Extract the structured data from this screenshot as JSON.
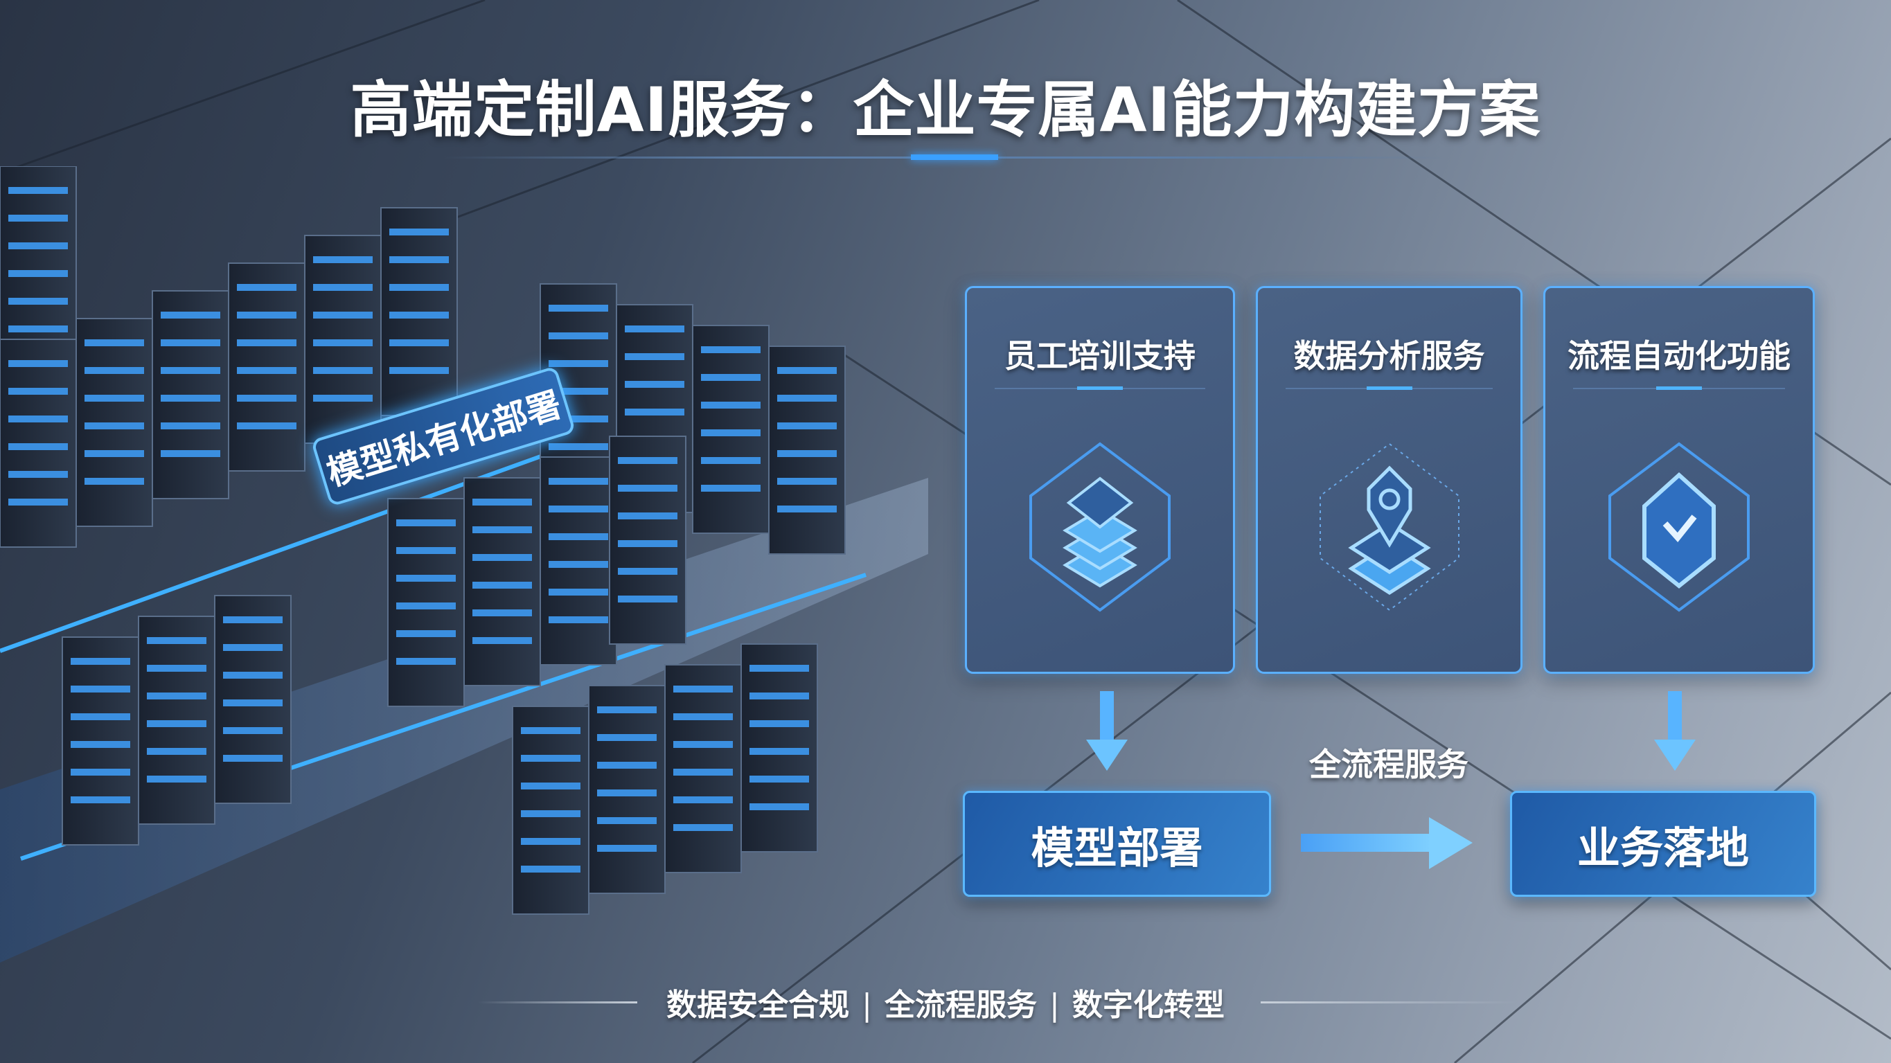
{
  "header": {
    "title": "高端定制AI服务：企业专属AI能力构建方案"
  },
  "illustration": {
    "label": "模型私有化部署"
  },
  "cards": [
    {
      "title": "员工培训支持",
      "icon": "layers-icon"
    },
    {
      "title": "数据分析服务",
      "icon": "location-pin-icon"
    },
    {
      "title": "流程自动化功能",
      "icon": "shield-check-icon"
    }
  ],
  "flow": {
    "left_box": "模型部署",
    "right_box": "业务落地",
    "arrow_label": "全流程服务"
  },
  "footer": {
    "items": [
      "数据安全合规",
      "全流程服务",
      "数字化转型"
    ],
    "separator": "|"
  },
  "colors": {
    "accent": "#3aa0ff",
    "box": "#2a6cbc"
  }
}
